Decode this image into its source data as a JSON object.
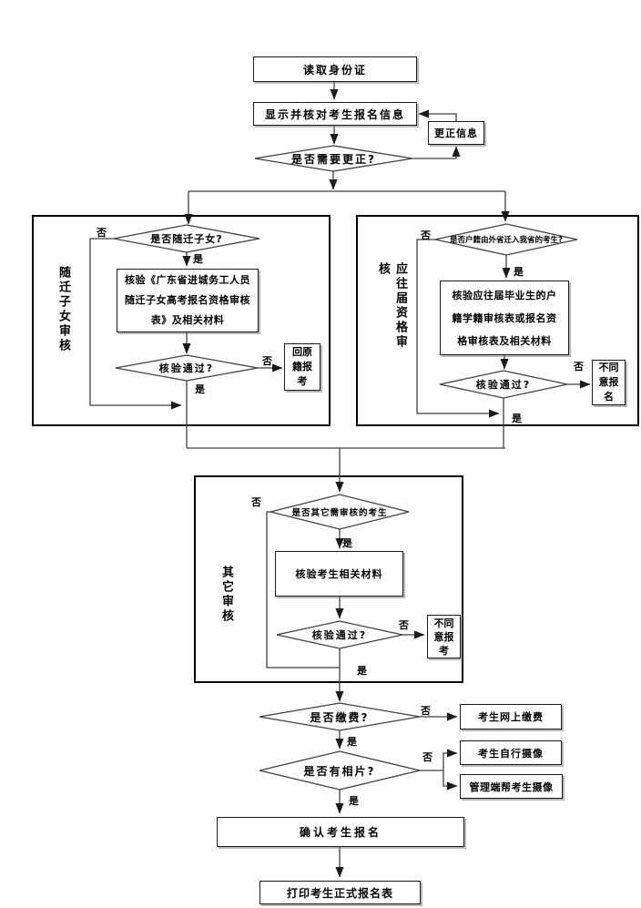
{
  "labels": {
    "yes": "是",
    "no": "否"
  },
  "top": {
    "read_id": "读取身份证",
    "display_verify": "显示并核对考生报名信息",
    "correct_info": "更正信息",
    "need_correction_q": "是否需要更正?"
  },
  "groups": {
    "migrant": {
      "title": "随迁子女审核",
      "question": "是否随迁子女?",
      "verify": "核验《广东省进城务工人员随迁子女高考报名资格审核表》及相关材料",
      "pass_q": "核验通过?",
      "fail_action": "回原籍报考"
    },
    "grad": {
      "title": "应往届资格审核",
      "question": "是否户籍由外省迁入我省的考生?",
      "verify": "核验应往届毕业生的户籍学籍审核表或报名资格审核表及相关材料",
      "pass_q": "核验通过?",
      "fail_action": "不同意报名"
    },
    "other": {
      "title": "其它审核",
      "question": "是否其它需审核的考生",
      "verify": "核验考生相关材料",
      "pass_q": "核验通过?",
      "fail_action": "不同意报考"
    }
  },
  "bottom": {
    "pay_q": "是否缴费?",
    "pay_action": "考生网上缴费",
    "photo_q": "是否有相片?",
    "photo_self": "考生自行摄像",
    "photo_admin": "管理端帮考生摄像",
    "confirm": "确认考生报名",
    "print": "打印考生正式报名表"
  },
  "colors": {
    "background": "#ffffff",
    "line": "#404040",
    "border": "#000000",
    "text": "#000000"
  }
}
